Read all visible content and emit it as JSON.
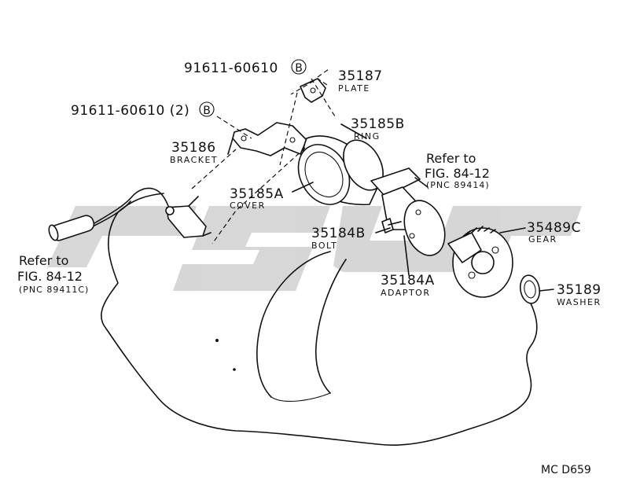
{
  "watermark_color": "#d0d0d0",
  "footer": {
    "code": "MC  D659"
  },
  "callouts": {
    "bolt_top": {
      "part": "91611-60610",
      "mark": "B"
    },
    "bolt_left": {
      "part": "91611-60610 (2)",
      "mark": "B"
    },
    "plate": {
      "number": "35187",
      "name": "PLATE"
    },
    "ring": {
      "number": "35185B",
      "name": "RING"
    },
    "bracket": {
      "number": "35186",
      "name": "BRACKET"
    },
    "cover": {
      "number": "35185A",
      "name": "COVER"
    },
    "bolt": {
      "number": "35184B",
      "name": "BOLT"
    },
    "adaptor": {
      "number": "35184A",
      "name": "ADAPTOR"
    },
    "gear": {
      "number": "35489C",
      "name": "GEAR"
    },
    "washer": {
      "number": "35189",
      "name": "WASHER"
    }
  },
  "references": {
    "right": {
      "line1": "Refer to",
      "line2": "FIG. 84-12",
      "pnc": "(PNC 89414)"
    },
    "left": {
      "line1": "Refer to",
      "line2": "FIG. 84-12",
      "pnc": "(PNC 89411C)"
    }
  },
  "icons": [
    "circled-b-icon",
    "speedometer-sensor-icon",
    "gear-icon",
    "washer-icon",
    "transaxle-case-icon",
    "watermark-logo-icon"
  ]
}
